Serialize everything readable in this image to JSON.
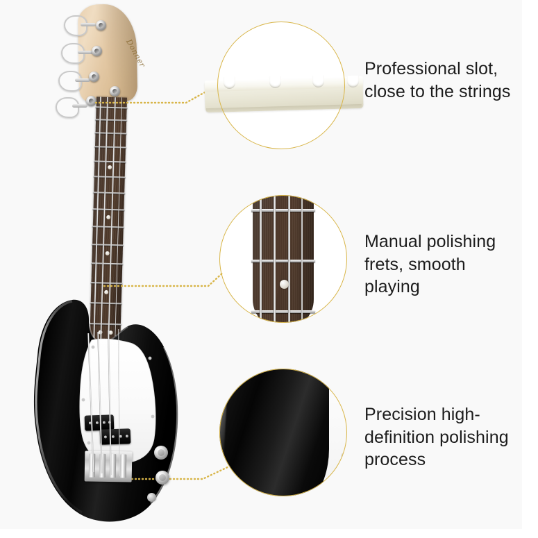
{
  "page": {
    "kind": "product-infographic",
    "subject": "electric bass guitar",
    "background_color": "#ffffff",
    "plate_color": "#f9f9f9",
    "accent_color": "#d8b548",
    "text_color": "#1c1c1c"
  },
  "product": {
    "type": "P-Bass style 4-string electric bass",
    "body_color": "#000000",
    "pickguard_color": "#ffffff",
    "fretboard_color": "#4d382a",
    "headstock_color": "#e8cfae",
    "hardware_color": "#c9c9c9",
    "string_count": 4,
    "tuner_count": 4,
    "knob_count": 2,
    "headstock_logo": "Donner"
  },
  "callouts": [
    {
      "id": "callout-nut",
      "subject": "guitar-nut",
      "caption": "Professional slot,\nclose to the strings",
      "ring_color": "#d8b548",
      "detail_color": "#ecead b"
    },
    {
      "id": "callout-frets",
      "subject": "fretboard-frets",
      "caption": "Manual polishing\nfrets, smooth\nplaying",
      "ring_color": "#d8b548",
      "detail_color": "#4d382a"
    },
    {
      "id": "callout-polish",
      "subject": "body-gloss-edge",
      "caption": "Precision high-\ndefinition polishing\nprocess",
      "ring_color": "#d8b548",
      "detail_color": "#000000"
    }
  ]
}
